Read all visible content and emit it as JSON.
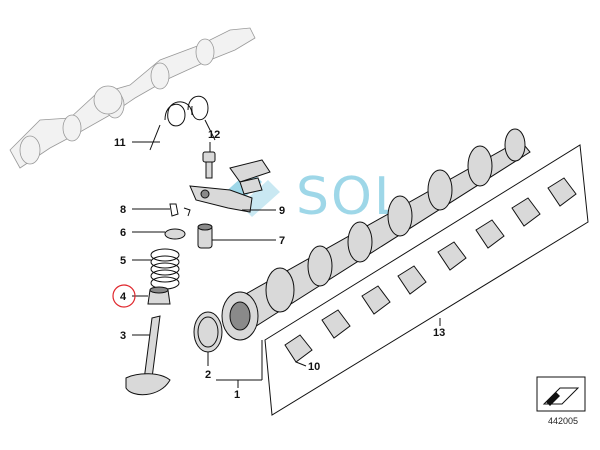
{
  "callouts": [
    {
      "id": "c1",
      "label": "1"
    },
    {
      "id": "c2",
      "label": "2"
    },
    {
      "id": "c3",
      "label": "3"
    },
    {
      "id": "c4",
      "label": "4",
      "highlighted": true
    },
    {
      "id": "c5",
      "label": "5"
    },
    {
      "id": "c6",
      "label": "6"
    },
    {
      "id": "c7",
      "label": "7"
    },
    {
      "id": "c8",
      "label": "8"
    },
    {
      "id": "c9",
      "label": "9"
    },
    {
      "id": "c10",
      "label": "10"
    },
    {
      "id": "c11",
      "label": "11"
    },
    {
      "id": "c12",
      "label": "12"
    },
    {
      "id": "c13",
      "label": "13"
    }
  ],
  "reference_number": "442005",
  "watermark": "SOL",
  "colors": {
    "line": "#111111",
    "part_fill": "#d9d9d9",
    "highlight_circle": "#e0282e",
    "watermark": "#4fb7d6"
  }
}
